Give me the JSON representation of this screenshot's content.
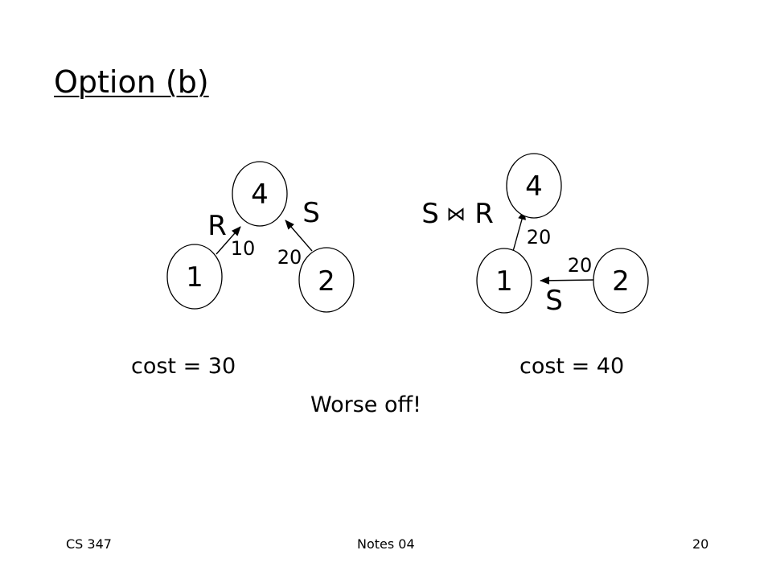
{
  "slide": {
    "title": "Option (b)"
  },
  "left_plan": {
    "nodes": [
      {
        "id": "1",
        "label": "1"
      },
      {
        "id": "2",
        "label": "2"
      },
      {
        "id": "4",
        "label": "4"
      }
    ],
    "relation_labels": {
      "r": "R",
      "s": "S"
    },
    "edges": [
      {
        "from": "1",
        "to": "4",
        "cost_label": "10"
      },
      {
        "from": "2",
        "to": "4",
        "cost_label": "20"
      }
    ],
    "total_cost": "cost = 30"
  },
  "right_plan": {
    "nodes": [
      {
        "id": "1",
        "label": "1"
      },
      {
        "id": "2",
        "label": "2"
      },
      {
        "id": "4",
        "label": "4"
      }
    ],
    "join_label": {
      "left": "S",
      "operator": "⋈",
      "right": "R"
    },
    "relation_labels": {
      "s": "S"
    },
    "edges": [
      {
        "from": "1",
        "to": "4",
        "cost_label": "20"
      },
      {
        "from": "2",
        "to": "1",
        "cost_label": "20"
      }
    ],
    "total_cost": "cost = 40"
  },
  "conclusion": "Worse off!",
  "footer": {
    "course": "CS 347",
    "notes": "Notes 04",
    "page": "20"
  }
}
